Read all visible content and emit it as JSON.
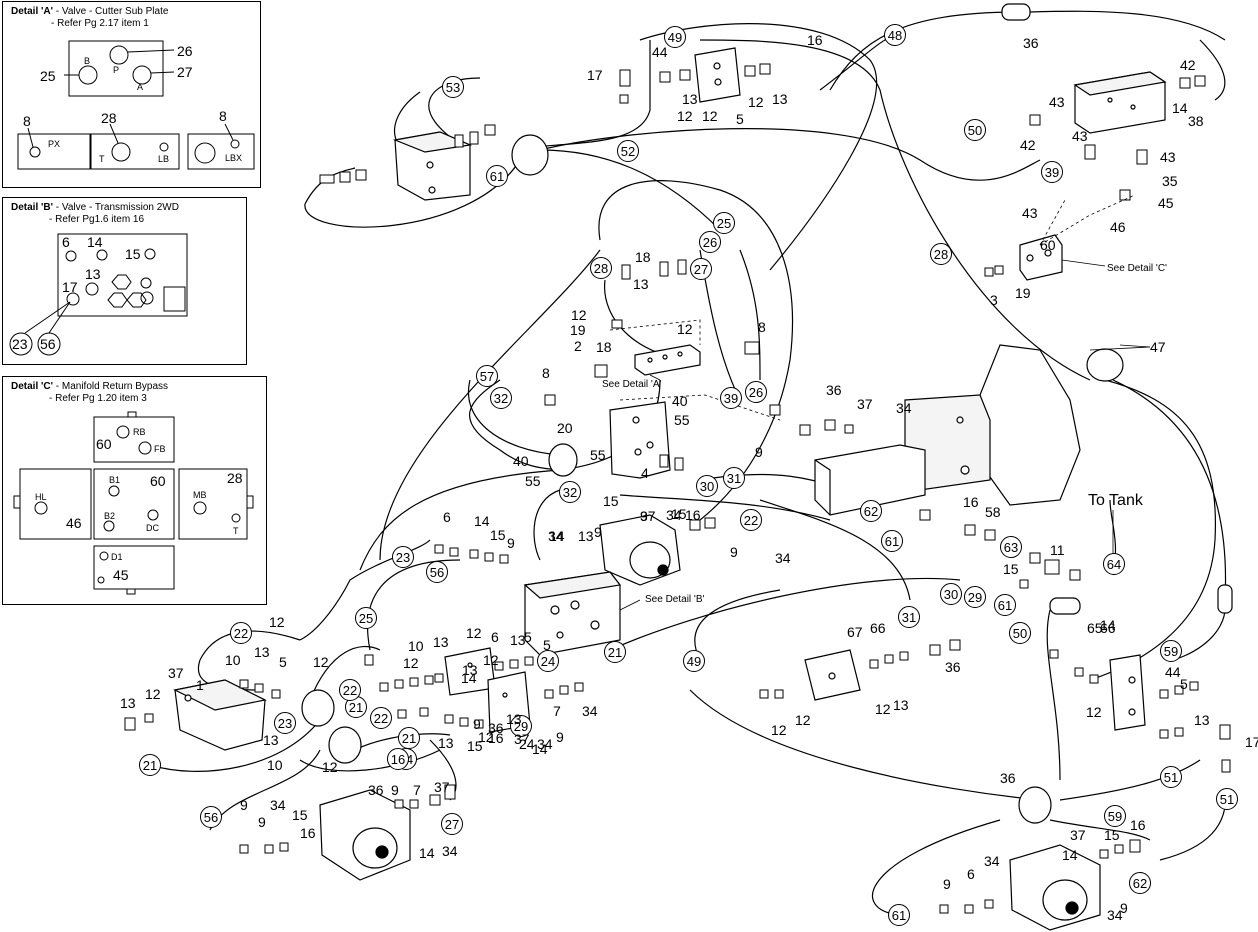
{
  "details": {
    "a": {
      "title": "Detail 'A'",
      "desc": " -  Valve - Cutter Sub Plate",
      "ref": "- Refer Pg 2.17 item 1",
      "ports": [
        "B",
        "P",
        "A",
        "PX",
        "T",
        "LB",
        "LBX"
      ],
      "callouts": [
        "25",
        "26",
        "27",
        "8",
        "28",
        "8"
      ]
    },
    "b": {
      "title": "Detail 'B'",
      "desc": " - Valve - Transmission 2WD",
      "ref": "- Refer Pg1.6 item 16",
      "callouts": [
        "6",
        "14",
        "15",
        "13",
        "17",
        "23",
        "56"
      ]
    },
    "c": {
      "title": "Detail 'C'",
      "desc": " - Manifold Return Bypass",
      "ref": "- Refer Pg 1.20 item 3",
      "ports": [
        "RB",
        "FB",
        "HL",
        "B1",
        "B2",
        "DC",
        "MB",
        "T",
        "D1"
      ],
      "callouts": [
        "60",
        "60",
        "28",
        "46",
        "45"
      ]
    }
  },
  "annotations": {
    "see_a": "See Detail 'A'",
    "see_b": "See Detail 'B'",
    "see_c": "See Detail 'C'",
    "to_tank": "To Tank"
  },
  "circled_labels": [
    "49",
    "53",
    "52",
    "61",
    "48",
    "50",
    "39",
    "28",
    "28",
    "57",
    "32",
    "26",
    "25",
    "26",
    "27",
    "39",
    "62",
    "61",
    "63",
    "64",
    "61",
    "32",
    "30",
    "31",
    "31",
    "30",
    "29",
    "23",
    "56",
    "25",
    "22",
    "23",
    "21",
    "21",
    "22",
    "22",
    "24",
    "24",
    "29",
    "21",
    "56",
    "27",
    "49",
    "50",
    "59",
    "51",
    "51",
    "59",
    "61",
    "62",
    "22",
    "21",
    "16"
  ],
  "plain_labels": [
    "17",
    "44",
    "12",
    "13",
    "12",
    "5",
    "12",
    "13",
    "16",
    "36",
    "42",
    "43",
    "14",
    "38",
    "43",
    "42",
    "43",
    "35",
    "45",
    "46",
    "43",
    "60",
    "3",
    "19",
    "18",
    "13",
    "12",
    "12",
    "19",
    "18",
    "2",
    "8",
    "8",
    "40",
    "55",
    "20",
    "55",
    "40",
    "55",
    "36",
    "37",
    "9",
    "34",
    "47",
    "4",
    "37",
    "15",
    "14",
    "9",
    "34",
    "6",
    "14",
    "15",
    "9",
    "16",
    "58",
    "11",
    "15",
    "14",
    "65",
    "66",
    "67",
    "66",
    "36",
    "12",
    "13",
    "10",
    "12",
    "13",
    "12",
    "13",
    "5",
    "12",
    "13",
    "7",
    "34",
    "9",
    "16",
    "15",
    "37",
    "9",
    "34",
    "14",
    "36",
    "37",
    "10",
    "13",
    "12",
    "5",
    "12",
    "13",
    "12",
    "13",
    "10",
    "12",
    "13",
    "12",
    "13",
    "24",
    "5",
    "6",
    "14",
    "15",
    "9",
    "34",
    "16",
    "9",
    "34",
    "13",
    "12",
    "12",
    "44",
    "5",
    "12",
    "13",
    "17",
    "36",
    "37",
    "15",
    "16",
    "14",
    "9",
    "34",
    "9",
    "6",
    "34",
    "9",
    "15",
    "16",
    "14",
    "34",
    "9",
    "7",
    "37",
    "36",
    "34",
    "9",
    "1"
  ]
}
